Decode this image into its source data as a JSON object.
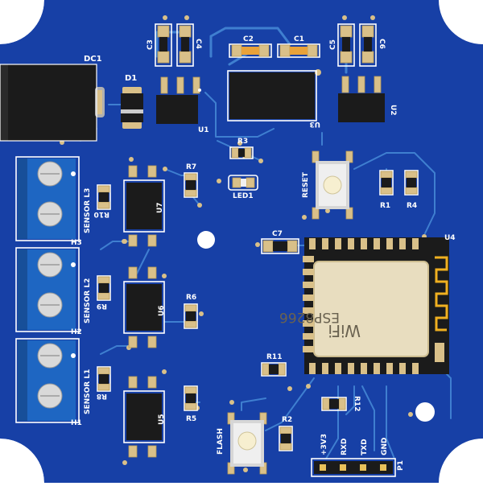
{
  "board": {
    "pcb_color": "#1740a6",
    "trace_color": "#3f7fd0",
    "pad_color": "#d9c089",
    "silk_color": "#ffffff"
  },
  "labels": {
    "dc1": "DC1",
    "d1": "D1",
    "c3": "C3",
    "c4": "C4",
    "c2": "C2",
    "c1": "C1",
    "c5": "C5",
    "c6": "C6",
    "u1": "U1",
    "u3": "U3",
    "u2": "U2",
    "r3": "R3",
    "led1": "LED1",
    "reset": "RESET",
    "r1": "R1",
    "r4": "R4",
    "r7": "R7",
    "u7": "U7",
    "r10": "R10",
    "c7": "C7",
    "u4": "U4",
    "sensor_l3": "SENSOR L3",
    "sensor_l2": "SENSOR L2",
    "sensor_l1": "SENSOR L1",
    "h3": "H3",
    "h2": "H2",
    "h1": "H1",
    "r9": "R9",
    "r6": "R6",
    "u6": "U6",
    "r11": "R11",
    "r8": "R8",
    "r5": "R5",
    "u5": "U5",
    "r12": "R12",
    "flash": "FLASH",
    "r2": "R2",
    "p1": "P1",
    "pin_3v3": "+3V3",
    "pin_rxd": "RXD",
    "pin_txd": "TXD",
    "pin_gnd": "GND",
    "esp_chip": "ESP8266",
    "wifi": "WiFi"
  }
}
